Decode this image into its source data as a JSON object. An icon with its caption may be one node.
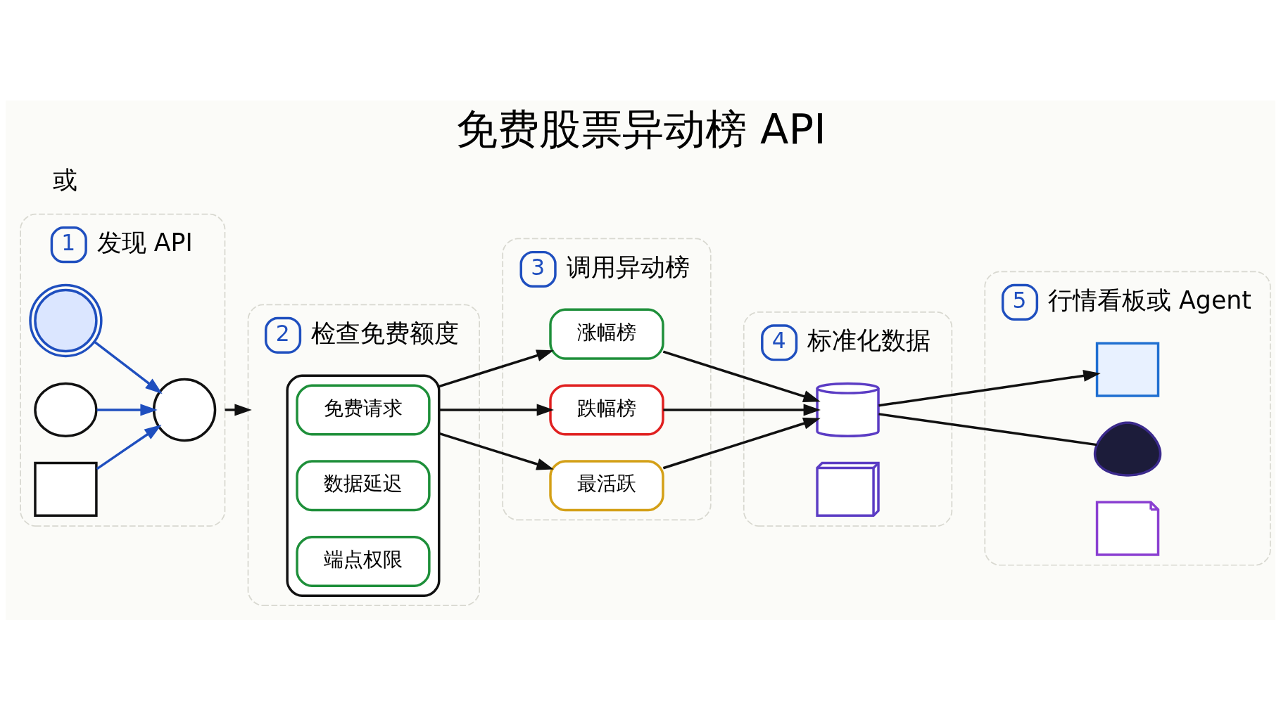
{
  "diagram": {
    "title": "免费股票异动榜 API",
    "nodes": [
      {
        "text": [
          "1",
          "发现 API"
        ]
      },
      {
        "text": [],
        "shape": "magnifier",
        "in": 0
      },
      {
        "text": [],
        "shape": "globe",
        "in": 0
      },
      {
        "text": [],
        "shape": "cloud",
        "in": 0
      },
      {
        "text": [],
        "shape": "window",
        "in": 0
      },
      {
        "text": [
          "2",
          "检查免费额度"
        ]
      },
      {
        "text": [],
        "shape": "clipboard",
        "in": 5
      },
      {
        "text": [
          "免费请求"
        ],
        "in": 6
      },
      {
        "text": [
          "数据延迟"
        ],
        "in": 6
      },
      {
        "text": [
          "端点权限"
        ],
        "in": 6
      },
      {
        "text": [
          "3",
          "调用异动榜"
        ]
      },
      {
        "text": [
          "涨幅榜"
        ],
        "in": 10
      },
      {
        "text": [
          "跌幅榜"
        ],
        "in": 10
      },
      {
        "text": [
          "最活跃"
        ],
        "in": 10
      },
      {
        "text": [
          "4",
          "标准化数据"
        ]
      },
      {
        "text": [],
        "shape": "cylinder",
        "in": 14
      },
      {
        "text": [],
        "shape": "table",
        "in": 14
      },
      {
        "text": [
          "5",
          "行情看板或 Agent"
        ]
      },
      {
        "text": [],
        "shape": "monitor",
        "in": 17
      },
      {
        "text": [],
        "shape": "robot",
        "in": 17
      },
      {
        "text": [],
        "shape": "bubble",
        "in": 17
      }
    ],
    "edges": [
      {
        "from": 2,
        "to": 1,
        "arrow": "to",
        "color": "#1f4fbf"
      },
      {
        "from": 3,
        "to": 1,
        "arrow": "to",
        "color": "#1f4fbf"
      },
      {
        "from": 4,
        "to": 1,
        "arrow": "to",
        "color": "#1f4fbf"
      },
      {
        "from": 0,
        "to": 5,
        "arrow": "to"
      },
      {
        "from": 6,
        "to": 11,
        "arrow": "to"
      },
      {
        "from": 6,
        "to": 12,
        "arrow": "to"
      },
      {
        "from": 6,
        "to": 13,
        "arrow": "to"
      },
      {
        "from": 11,
        "to": 15,
        "arrow": "to"
      },
      {
        "from": 12,
        "to": 15,
        "arrow": "to"
      },
      {
        "from": 13,
        "to": 15,
        "arrow": "to"
      },
      {
        "from": 15,
        "to": 18,
        "arrow": "to"
      },
      {
        "from": 15,
        "to": 19,
        "arrow": "none"
      }
    ],
    "labels": [
      "或"
    ]
  }
}
